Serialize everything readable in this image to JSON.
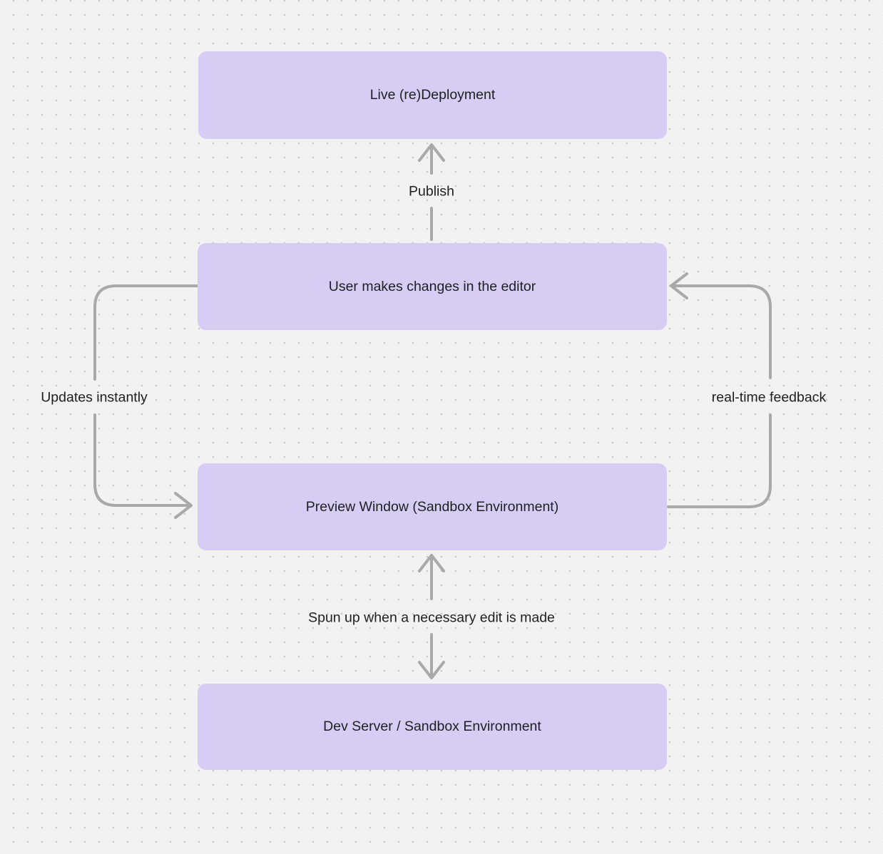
{
  "diagram": {
    "colors": {
      "canvas_bg": "#f2f2f2",
      "dot": "#c9c9c9",
      "node_fill": "#d6ccf4",
      "node_text": "#1f1f1f",
      "label_text": "#1f1f1f",
      "connector": "#a9a9a9"
    },
    "nodes": [
      {
        "id": "live-deployment",
        "label": "Live (re)Deployment"
      },
      {
        "id": "editor-changes",
        "label": "User makes changes in the editor"
      },
      {
        "id": "preview-window",
        "label": "Preview Window (Sandbox Environment)"
      },
      {
        "id": "dev-server",
        "label": "Dev Server / Sandbox Environment"
      }
    ],
    "edges": [
      {
        "id": "publish",
        "label": "Publish",
        "from": "editor-changes",
        "to": "live-deployment",
        "direction": "up"
      },
      {
        "id": "updates-instantly",
        "label": "Updates instantly",
        "from": "editor-changes",
        "to": "preview-window",
        "direction": "left-loop"
      },
      {
        "id": "real-time-feedback",
        "label": "real-time feedback",
        "from": "preview-window",
        "to": "editor-changes",
        "direction": "right-loop"
      },
      {
        "id": "spun-up",
        "label": "Spun up when a necessary edit is made",
        "from": "preview-window",
        "to": "dev-server",
        "direction": "both"
      }
    ]
  }
}
